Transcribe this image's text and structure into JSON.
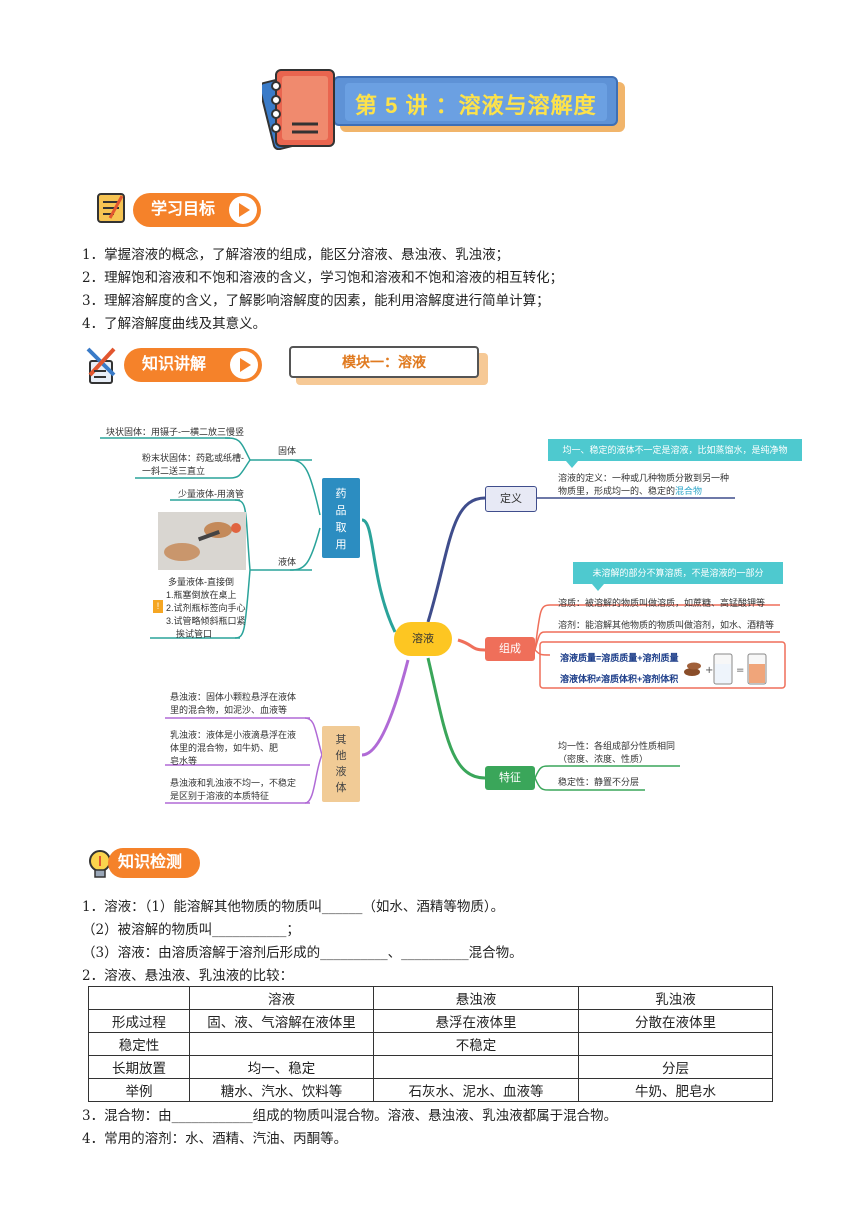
{
  "title": "第 5 讲 ：溶液与溶解度",
  "sections": {
    "goals_label": "学习目标",
    "knowledge_label": "知识讲解",
    "check_label": "知识检测"
  },
  "goals": [
    "1．掌握溶液的概念，了解溶液的组成，能区分溶液、悬浊液、乳浊液；",
    "2．理解饱和溶液和不饱和溶液的含义，学习饱和溶液和不饱和溶液的相互转化；",
    "3．理解溶解度的含义，了解影响溶解度的因素，能利用溶解度进行简单计算；",
    "4．了解溶解度曲线及其意义。"
  ],
  "module_title": "模块一：溶液",
  "mindmap": {
    "center": "溶液",
    "left": {
      "drug": {
        "label": "药品取用",
        "solid": "固体",
        "liquid": "液体",
        "block_solid": "块状固体：用镊子-一横二放三慢竖",
        "powder_solid_1": "粉末状固体：药匙或纸槽-",
        "powder_solid_2": "一斜二送三直立",
        "small_liquid": "少量液体-用滴管",
        "much_liquid_title": "多量液体-直接倒",
        "much_liquid_1": "1.瓶塞倒放在桌上",
        "much_liquid_2": "2.试剂瓶标签向手心",
        "much_liquid_3": "3.试管略倾斜瓶口紧",
        "much_liquid_4": "挨试管口"
      },
      "other": {
        "label": "其他液体",
        "suspension_1": "悬浊液：固体小颗粒悬浮在液体",
        "suspension_2": "里的混合物，如泥沙、血液等",
        "emulsion_1": "乳浊液：液体是小液滴悬浮在液",
        "emulsion_2": "体里的混合物，如牛奶、肥",
        "emulsion_3": "皂水等",
        "diff_1": "悬浊液和乳浊液不均一，不稳定",
        "diff_2": "是区别于溶液的本质特征"
      }
    },
    "right": {
      "definition": {
        "label": "定义",
        "callout": "均一、稳定的液体不一定是溶液，比如蒸馏水，是纯净物",
        "text_1": "溶液的定义：一种或几种物质分散到另一种",
        "text_2": "物质里，形成均一的、稳定的",
        "text_highlight": "混合物"
      },
      "composition": {
        "label": "组成",
        "callout": "未溶解的部分不算溶质，不是溶液的一部分",
        "solute": "溶质：被溶解的物质叫做溶质，如蔗糖、高锰酸钾等",
        "solvent": "溶剂：能溶解其他物质的物质叫做溶剂，如水、酒精等",
        "mass_eq": "溶液质量=溶质质量+溶剂质量",
        "vol_neq": "溶液体积≠溶质体积+溶剂体积"
      },
      "feature": {
        "label": "特征",
        "uniform_1": "均一性：各组成部分性质相同",
        "uniform_2": "（密度、浓度、性质）",
        "stable": "稳定性：静置不分层"
      }
    }
  },
  "check": {
    "q1_a": "1．溶液：（1）能溶解其他物质的物质叫______（如水、酒精等物质）。",
    "q1_b": "（2）被溶解的物质叫___________；",
    "q1_c": "（3）溶液：由溶质溶解于溶剂后形成的__________、__________混合物。",
    "q2": "2．溶液、悬浊液、乳浊液的比较：",
    "table": {
      "header": [
        "",
        "溶液",
        "悬浊液",
        "乳浊液"
      ],
      "rows": [
        [
          "形成过程",
          "固、液、气溶解在液体里",
          "悬浮在液体里",
          "分散在液体里"
        ],
        [
          "稳定性",
          "",
          "不稳定",
          ""
        ],
        [
          "长期放置",
          "均一、稳定",
          "",
          "分层"
        ],
        [
          "举例",
          "糖水、汽水、饮料等",
          "石灰水、泥水、血液等",
          "牛奶、肥皂水"
        ]
      ]
    },
    "q3": "3．混合物：由____________组成的物质叫混合物。溶液、悬浊液、乳浊液都属于混合物。",
    "q4": "4．常用的溶剂：水、酒精、汽油、丙酮等。"
  }
}
